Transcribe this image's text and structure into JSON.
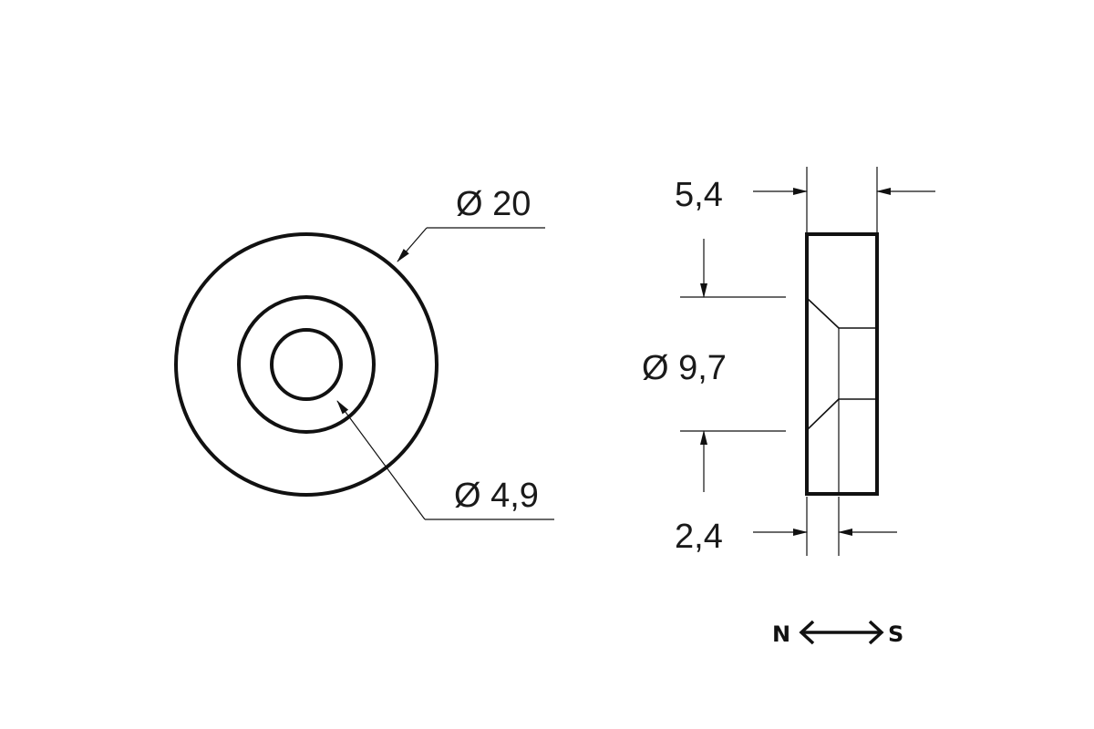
{
  "front_view": {
    "outer_diameter_label": "Ø 20",
    "inner_diameter_label": "Ø 4,9"
  },
  "side_view": {
    "thickness_label": "5,4",
    "countersink_diameter_label": "Ø 9,7",
    "countersink_depth_label": "2,4"
  },
  "magnetization": {
    "north_label": "N",
    "south_label": "S"
  },
  "colors": {
    "line": "#111111",
    "text": "#1a1a1a",
    "background": "#ffffff"
  }
}
